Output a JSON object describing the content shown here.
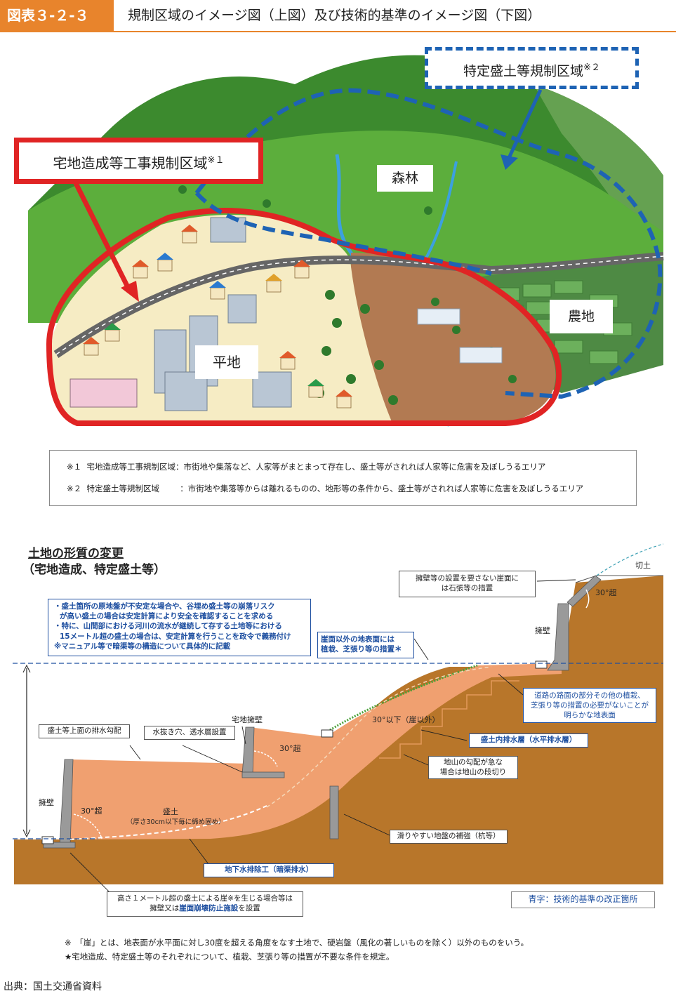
{
  "header": {
    "badge": "図表３-２-３",
    "title": "規制区域のイメージ図（上図）及び技術的基準のイメージ図（下図）"
  },
  "top_map": {
    "label_tokutei": "特定盛土等規制区域",
    "label_tokutei_note": "※２",
    "label_takuchi": "宅地造成等工事規制区域",
    "label_takuchi_note": "※１",
    "area_forest": "森林",
    "area_flat": "平地",
    "area_farm": "農地",
    "colors": {
      "forest": "#5cae3c",
      "mountain": "#3c8a2e",
      "flat": "#f6ecc4",
      "farm_soil": "#b27a52",
      "farm_field": "#4e8a44",
      "red_zone": "#e02424",
      "blue_zone": "#1e63b4"
    }
  },
  "notes": {
    "n1_mark": "※１",
    "n1_name": "宅地造成等工事規制区域",
    "n1_text": "：市街地や集落など、人家等がまとまって存在し、盛土等がされれば人家等に危害を及ぼしうるエリア",
    "n2_mark": "※２",
    "n2_name": "特定盛土等規制区域",
    "n2_text": "：市街地や集落等からは離れるものの、地形等の条件から、盛土等がされれば人家等に危害を及ぼしうるエリア"
  },
  "section": {
    "title1": "土地の形質の変更",
    "title2": "（宅地造成、特定盛土等）",
    "blue_box_lines": [
      "・盛土箇所の原地盤が不安定な場合や、谷埋め盛土等の崩落リスク",
      "が高い盛土の場合は安定計算により安全を確認することを求める",
      "・特に、山間部における河川の流水が継続して存する土地等における",
      "15メートル超の盛土の場合は、安定計算を行うことを政令で義務付け",
      "※マニュアル等で暗渠等の構造について具体的に記載"
    ],
    "slope_cover_l1": "崖面以外の地表面には",
    "slope_cover_l2": "植栽、芝張り等の措置＊",
    "stone_l1": "擁壁等の設置を要さない崖面に",
    "stone_l2": "は石張等の措置",
    "cut_label": "切土",
    "angle_top": "30°超",
    "wall_right": "擁壁",
    "road_l1": "道路の路面の部分その他の植栽、",
    "road_l2": "芝張り等の措置の必要がないことが",
    "road_l3": "明らかな地表面",
    "angle_under": "30°以下（崖以外）",
    "horizontal_drain": "盛土内排水層（水平排水層）",
    "steps_l1": "地山の勾配が急な",
    "steps_l2": "場合は地山の段切り",
    "drain_slope": "盛土等上面の排水勾配",
    "weep": "水抜き穴、透水層設置",
    "house_wall": "宅地擁壁",
    "angle_mid": "30°超",
    "wall_left": "擁壁",
    "angle_left": "30°超",
    "fill_l1": "盛土",
    "fill_l2": "（厚さ30cm以下毎に締め固め）",
    "reinforce": "滑りやすい地盤の補強（杭等）",
    "culvert": "地下水排除工（暗渠排水）",
    "height_l1": "高さ１メートル超の盛土による崖※を生じる場合等は",
    "height_l2_a": "擁壁又は",
    "height_l2_b": "崖面崩壊防止施設",
    "height_l2_c": "を設置",
    "legend_blue": "青字：技術的基準の改正箇所",
    "colors": {
      "fill": "#f0a070",
      "ground": "#b8762a",
      "blue_text": "#1e4fa0",
      "grass": "#4aa23a"
    }
  },
  "footnotes": {
    "f1": "※　「崖」とは、地表面が水平面に対し30度を超える角度をなす土地で、硬岩盤（風化の著しいものを除く）以外のものをいう。",
    "f2": "★宅地造成、特定盛土等のそれぞれについて、植栽、芝張り等の措置が不要な条件を規定。",
    "source": "出典：国土交通省資料"
  }
}
